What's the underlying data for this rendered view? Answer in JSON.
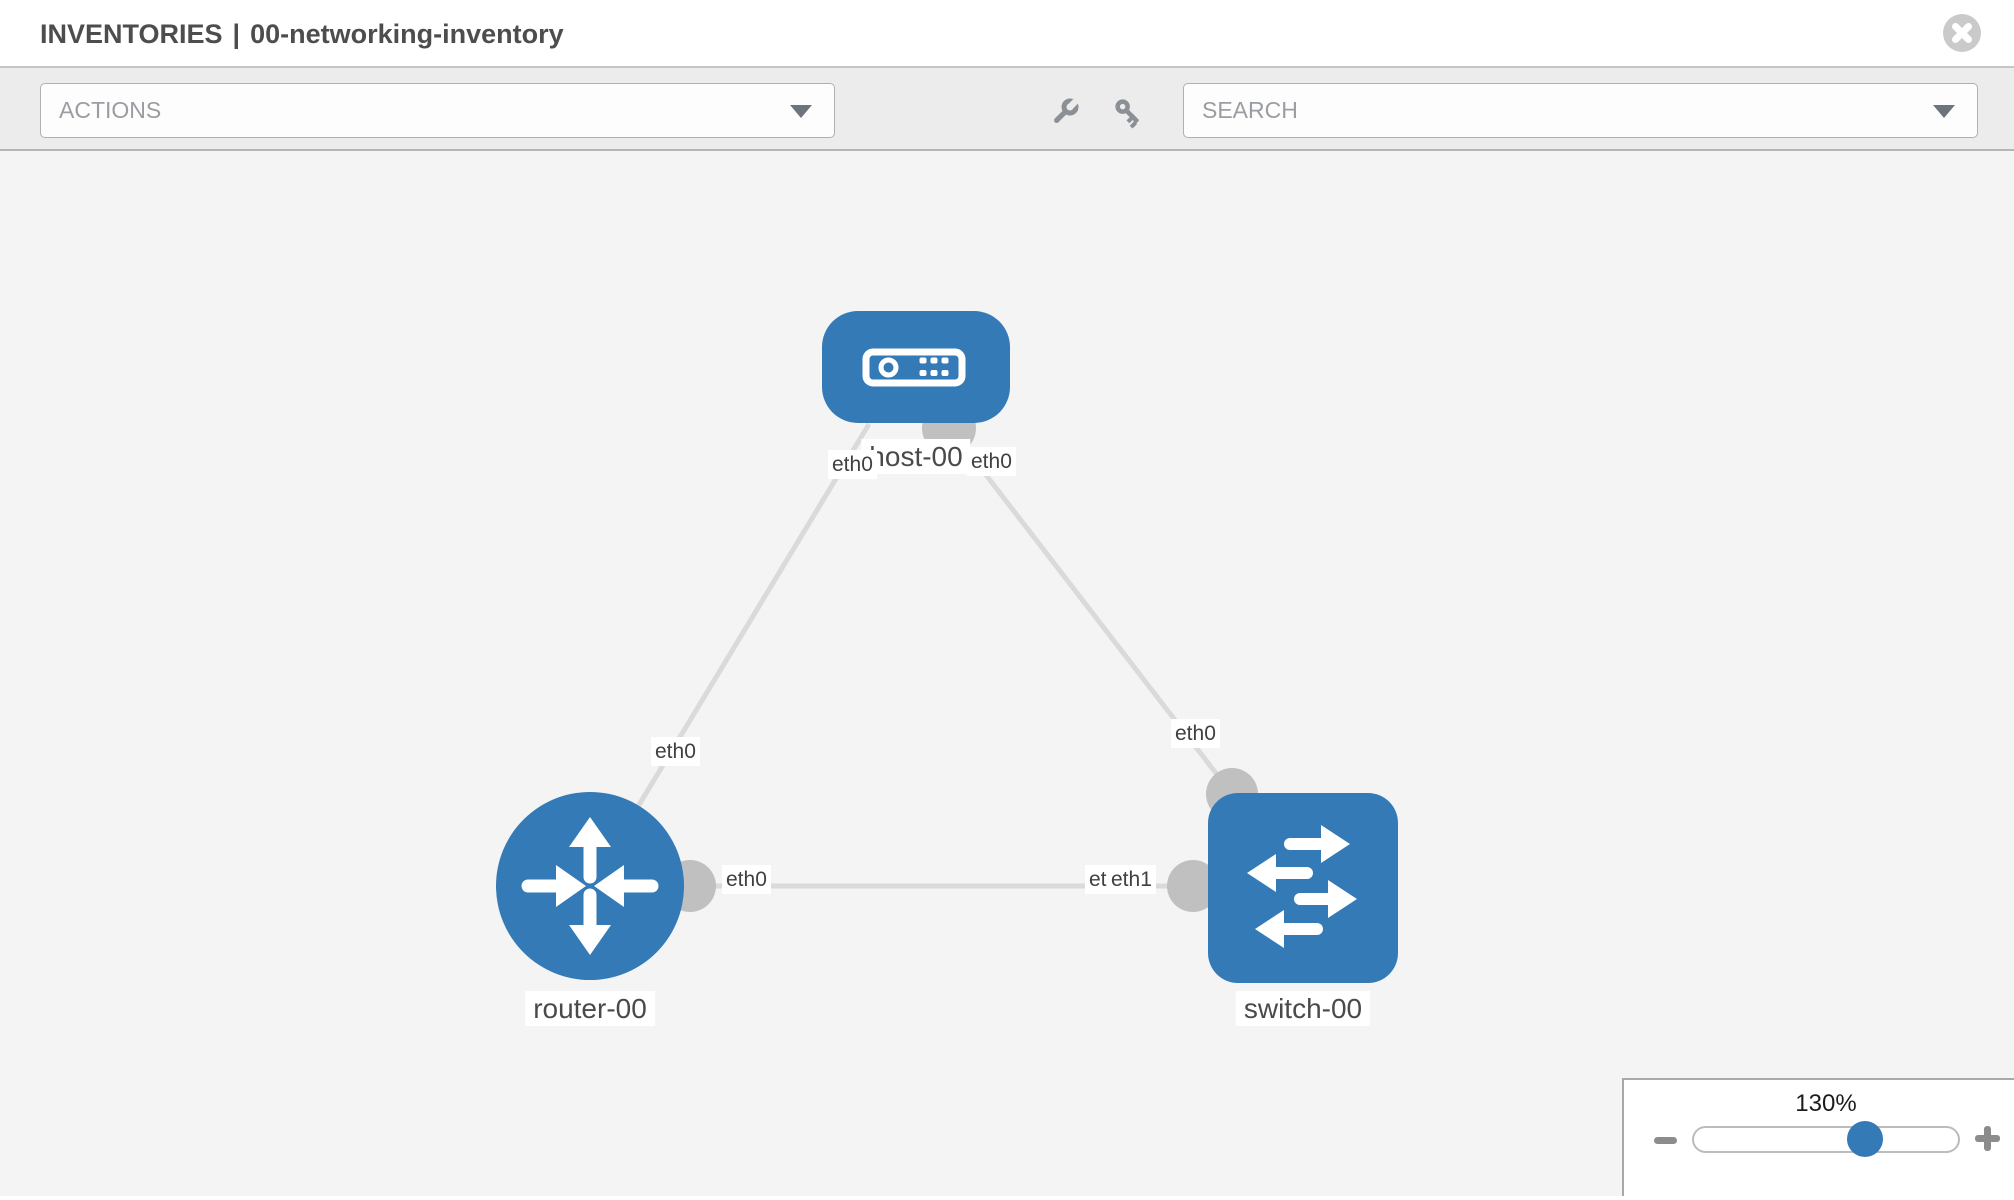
{
  "header": {
    "breadcrumb_section": "INVENTORIES",
    "separator": "|",
    "inventory_name": "00-networking-inventory",
    "close_icon": "close-icon"
  },
  "toolbar": {
    "actions_dropdown_value": "ACTIONS",
    "search_dropdown_value": "SEARCH",
    "tool_icons": [
      "wrench-icon",
      "key-icon"
    ]
  },
  "diagram": {
    "nodes": [
      {
        "label": "host-00",
        "type": "host"
      },
      {
        "label": "router-00",
        "type": "router"
      },
      {
        "label": "switch-00",
        "type": "switch"
      }
    ],
    "links": [
      {
        "from": "host-00",
        "from_interface": "eth0",
        "to": "router-00",
        "to_interface": "eth0"
      },
      {
        "from": "host-00",
        "from_interface": "eth0",
        "to": "switch-00",
        "to_interface": "eth0"
      },
      {
        "from": "router-00",
        "from_interface": "eth0",
        "to": "switch-00",
        "to_interface": "eth1"
      }
    ]
  },
  "zoom_control": {
    "value": "130%",
    "percent": 130,
    "minus_icon": "zoom-out-icon",
    "plus_icon": "zoom-in-icon"
  },
  "colors": {
    "node_blue": "#337ab7",
    "link_gray": "#dadada",
    "port_gray": "#c0c0c0",
    "canvas_bg": "#f4f4f4",
    "toolbar_bg": "#ececec"
  }
}
